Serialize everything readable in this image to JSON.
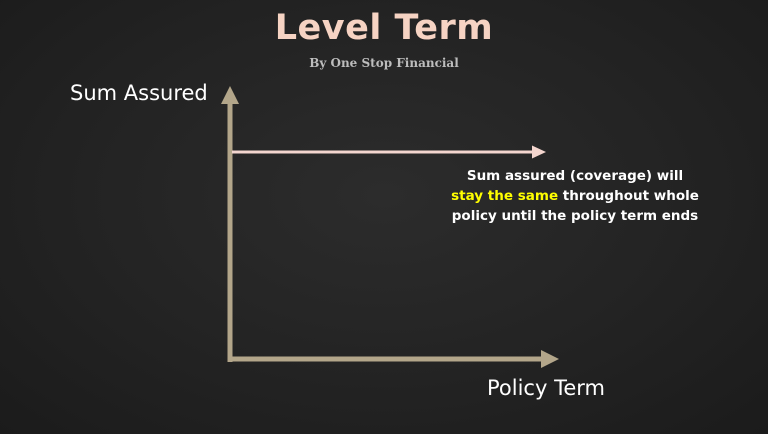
{
  "title": "Level Term",
  "subtitle": "By One Stop Financial",
  "axes": {
    "y_label": "Sum Assured",
    "x_label": "Policy Term"
  },
  "note": {
    "line1": "Sum assured (coverage) will",
    "highlight": "stay the same",
    "line2_rest": " throughout whole",
    "line3": "policy until the policy term ends"
  },
  "colors": {
    "axis": "#b3a68a",
    "level_line": "#f4d6cf",
    "title": "#f6d3c3",
    "highlight": "#ffff00"
  },
  "icons": {
    "y_axis_arrow": "arrow-up-icon",
    "x_axis_arrow": "arrow-right-icon",
    "level_arrow": "arrow-right-icon"
  }
}
